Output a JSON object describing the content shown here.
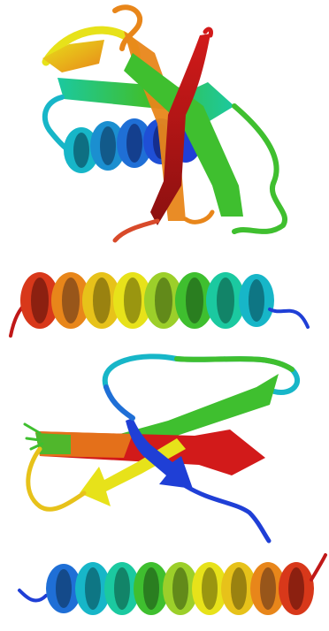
{
  "figure": {
    "panels": [
      {
        "id": "panel-1",
        "subject": "protein-ribbon-beta-sheet-with-helix"
      },
      {
        "id": "panel-2",
        "subject": "protein-ribbon-single-helix"
      },
      {
        "id": "panel-3",
        "subject": "protein-ribbon-beta-hairpin-arrows"
      },
      {
        "id": "panel-4",
        "subject": "protein-ribbon-single-helix"
      }
    ],
    "palette": {
      "blue": "#1f3fd6",
      "cyan": "#17b6c8",
      "teal": "#1bc9a0",
      "green": "#3fbf2f",
      "yellow": "#e7e21a",
      "orange": "#e8861a",
      "red": "#d21a1a",
      "dark_red": "#8b1010"
    }
  }
}
